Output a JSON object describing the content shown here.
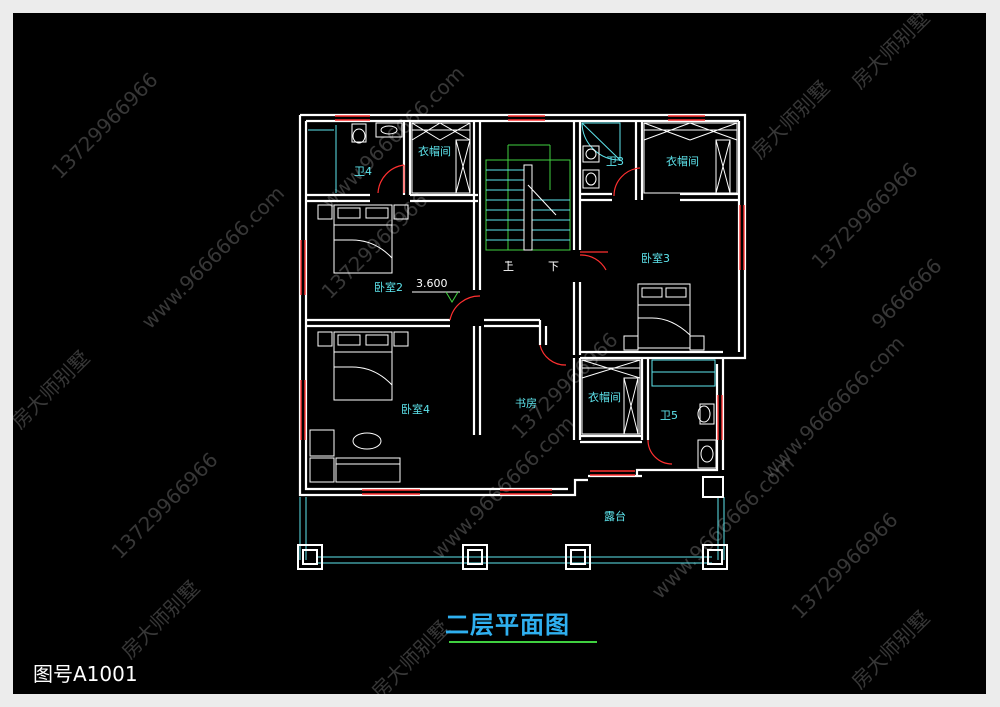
{
  "title": "二层平面图",
  "drawing_number": "图号A1001",
  "elevation_mark": "3.600",
  "rooms": {
    "bath4": "卫4",
    "closet_left": "衣帽间",
    "bath3": "卫3",
    "closet_right": "衣帽间",
    "bedroom2": "卧室2",
    "bedroom3": "卧室3",
    "bedroom4": "卧室4",
    "study": "书房",
    "closet_lower": "衣帽间",
    "bath5": "卫5",
    "terrace": "露台"
  },
  "stair_marks": {
    "up": "上",
    "down": "下"
  },
  "watermarks": {
    "phone": "13729966966",
    "site": "www.9666666.com",
    "brand": "房大师别墅",
    "short": "9666666"
  },
  "colors": {
    "wall": "#ffffff",
    "window": "#ff3030",
    "fixture": "#ffffff",
    "cyan": "#5ee6ee",
    "green": "#40d040",
    "title": "#2fb0f0"
  }
}
